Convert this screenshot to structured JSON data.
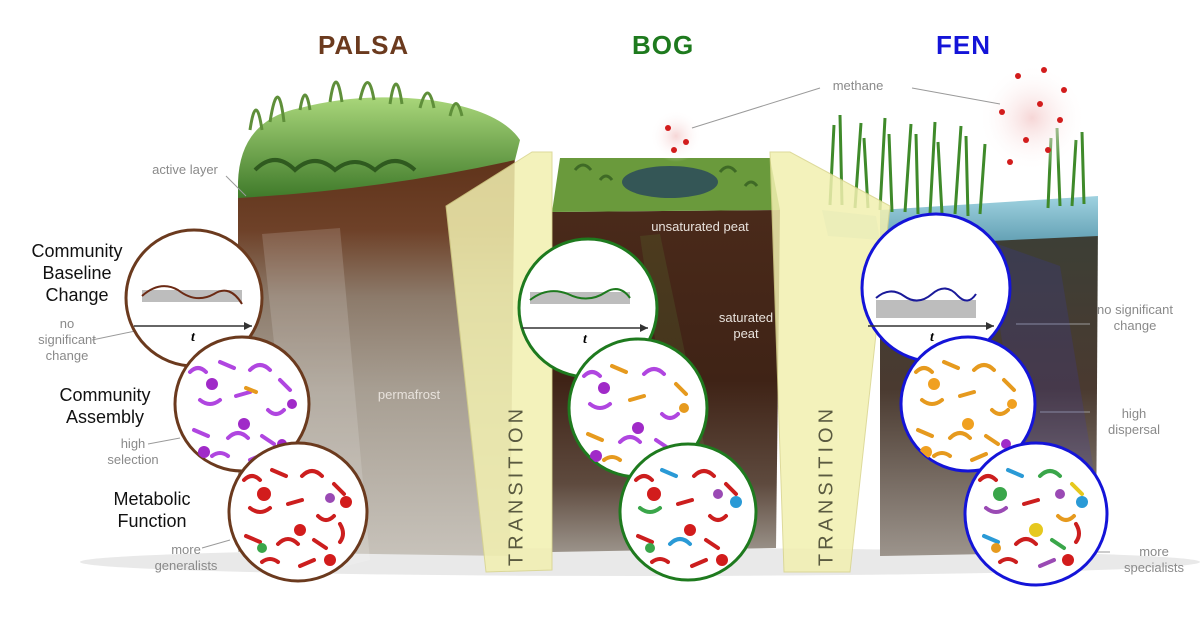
{
  "titles": {
    "palsa": "PALSA",
    "bog": "BOG",
    "fen": "FEN"
  },
  "colors": {
    "palsa": "#6b3a1e",
    "bog": "#1e7a1e",
    "fen": "#1414d8",
    "transition": "#f2f0b0"
  },
  "left_labels": {
    "baseline": "Community Baseline Change",
    "assembly": "Community Assembly",
    "metabolic": "Metabolic Function"
  },
  "notes": {
    "active_layer": "active layer",
    "methane": "methane",
    "unsaturated_peat": "unsaturated peat",
    "saturated_peat": "saturated peat",
    "permafrost": "permafrost",
    "palsa_baseline": "no significant change",
    "palsa_assembly": "high selection",
    "palsa_metabolic": "more generalists",
    "fen_baseline": "no significant change",
    "fen_assembly": "high dispersal",
    "fen_metabolic": "more specialists"
  },
  "transition_label": "TRANSITION",
  "axis_label": "t"
}
